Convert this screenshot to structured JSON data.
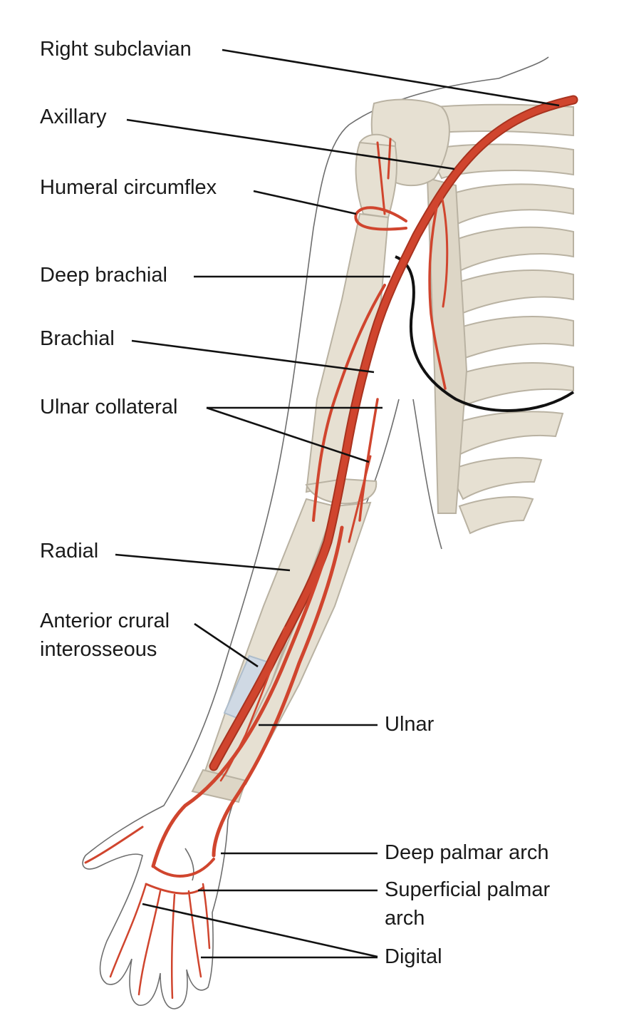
{
  "figure": {
    "labels": {
      "right_subclavian": "Right subclavian",
      "axillary": "Axillary",
      "humeral_circumflex": "Humeral circumflex",
      "deep_brachial": "Deep brachial",
      "brachial": "Brachial",
      "ulnar_collateral": "Ulnar collateral",
      "radial": "Radial",
      "anterior_crural_1": "Anterior crural",
      "anterior_crural_2": "interosseous",
      "ulnar": "Ulnar",
      "deep_palmar_arch": "Deep palmar arch",
      "superficial_palmar_arch_1": "Superficial palmar",
      "superficial_palmar_arch_2": "arch",
      "digital": "Digital"
    }
  },
  "colors": {
    "artery": "#d0452e",
    "artery_dark": "#a8331f",
    "bone": "#e6e0d2",
    "bone_edge": "#b9b2a2",
    "skin_line": "#6e6e6e",
    "leader": "#111111"
  }
}
